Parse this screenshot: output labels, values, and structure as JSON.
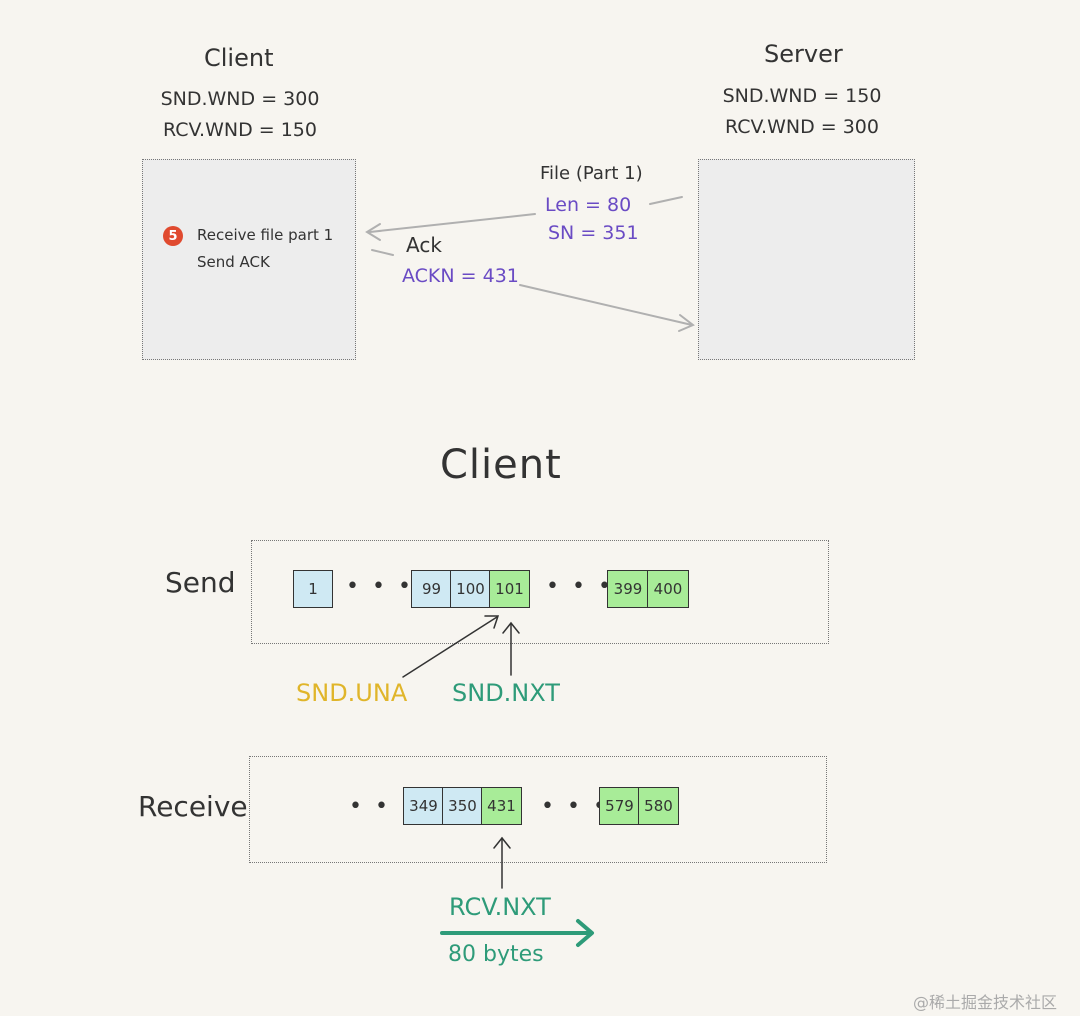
{
  "top": {
    "client": {
      "title": "Client",
      "snd_wnd": "SND.WND = 300",
      "rcv_wnd": "RCV.WND = 150",
      "step_number": "5",
      "step_line1": "Receive file part 1",
      "step_line2": "Send ACK"
    },
    "server": {
      "title": "Server",
      "snd_wnd": "SND.WND = 150",
      "rcv_wnd": "RCV.WND = 300"
    },
    "file_msg": {
      "title": "File (Part 1)",
      "len": "Len = 80",
      "sn": "SN = 351"
    },
    "ack_msg": {
      "title": "Ack",
      "ackn": "ACKN = 431"
    }
  },
  "bottom": {
    "title": "Client",
    "send": {
      "label": "Send",
      "cell_1": "1",
      "cell_99": "99",
      "cell_100": "100",
      "cell_101": "101",
      "cell_399": "399",
      "cell_400": "400",
      "dots": "• • •",
      "una_label": "SND.UNA",
      "nxt_label": "SND.NXT"
    },
    "receive": {
      "label": "Receive",
      "cell_349": "349",
      "cell_350": "350",
      "cell_431": "431",
      "cell_579": "579",
      "cell_580": "580",
      "dots": "• • •",
      "nxt_label": "RCV.NXT",
      "bytes_label": "80  bytes"
    }
  },
  "watermark": "@稀土掘金技术社区",
  "colors": {
    "background": "#f7f5f0",
    "purple": "#6a4bc4",
    "una": "#e0b52a",
    "nxt": "#2e9b79",
    "blue_cell": "#cfe9f3",
    "green_cell": "#a8ec98",
    "badge": "#e04a2f"
  }
}
